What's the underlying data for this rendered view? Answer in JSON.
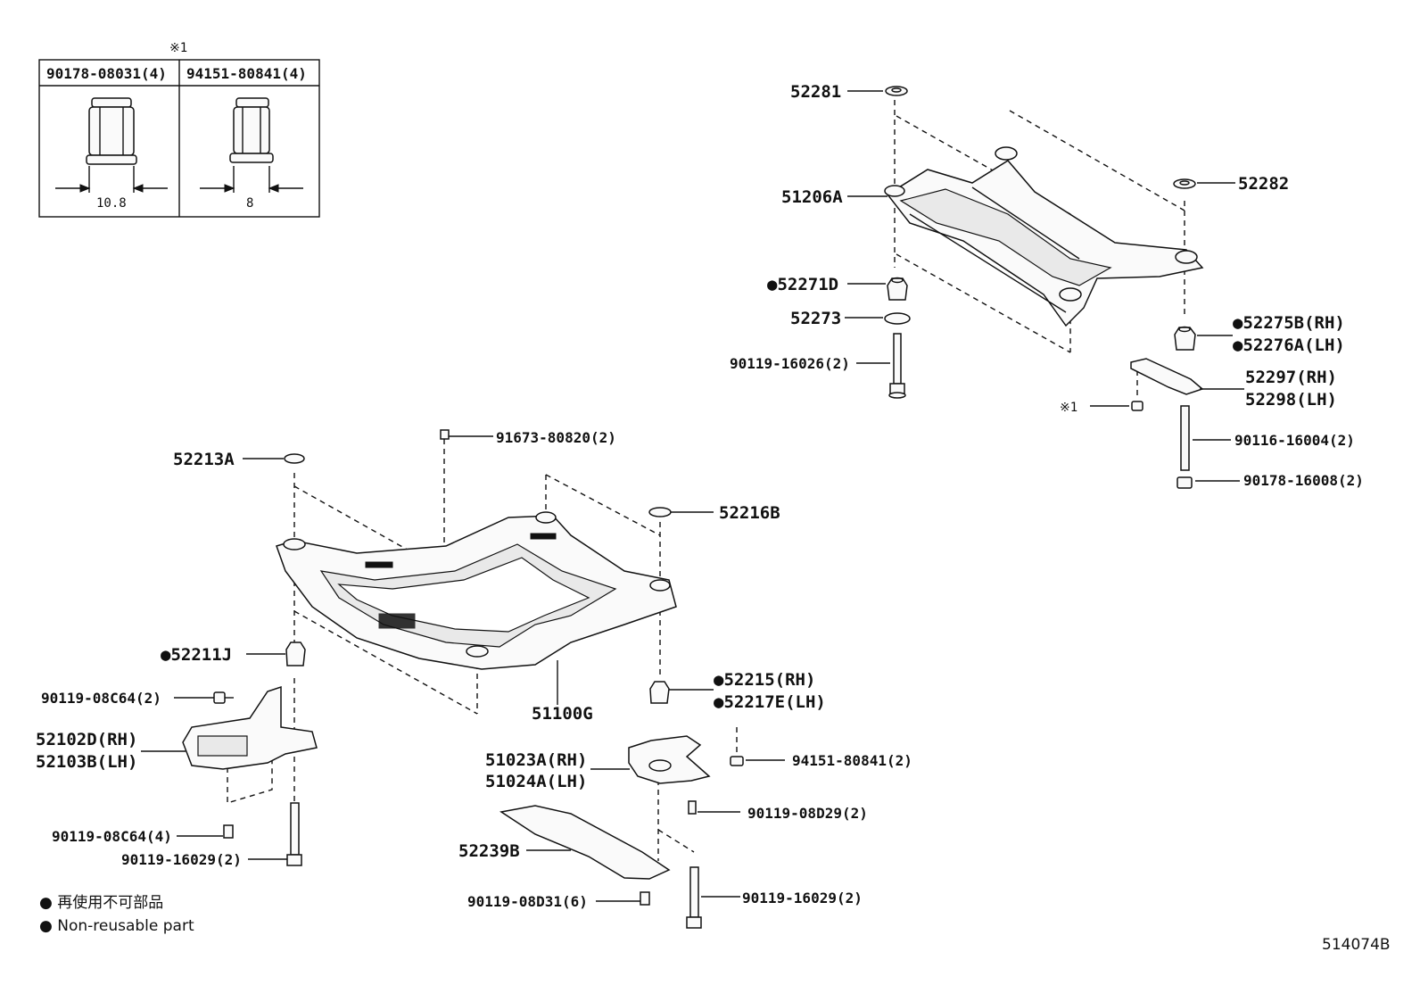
{
  "inset": {
    "marker": "※1",
    "col1": {
      "part_no": "90178-08031(4)",
      "dimension": "10.8"
    },
    "col2": {
      "part_no": "94151-80841(4)",
      "dimension": "8"
    }
  },
  "rear_labels": {
    "p52281": "52281",
    "p51206A": "51206A",
    "p52271D": "●52271D",
    "p52273": "52273",
    "p90119_16026": "90119-16026(2)",
    "p52282": "52282",
    "p52275B": "●52275B(RH)",
    "p52276A": "●52276A(LH)",
    "p52297": "52297(RH)",
    "p52298": "52298(LH)",
    "marker1": "※1",
    "p90116_16004": "90116-16004(2)",
    "p90178_16008": "90178-16008(2)"
  },
  "front_labels": {
    "p91673_80820": "91673-80820(2)",
    "p52213A": "52213A",
    "p52216B": "52216B",
    "p52211J": "●52211J",
    "p51100G": "51100G",
    "p52215": "●52215(RH)",
    "p52217E": "●52217E(LH)",
    "p90119_08C64_2": "90119-08C64(2)",
    "p52102D": "52102D(RH)",
    "p52103B": "52103B(LH)",
    "p51023A": "51023A(RH)",
    "p51024A": "51024A(LH)",
    "p94151_80841": "94151-80841(2)",
    "p90119_08D29": "90119-08D29(2)",
    "p52239B": "52239B",
    "p90119_08C64_4": "90119-08C64(4)",
    "p90119_16029_a": "90119-16029(2)",
    "p90119_08D31": "90119-08D31(6)",
    "p90119_16029_b": "90119-16029(2)"
  },
  "legend": {
    "line1": "● 再使用不可部品",
    "line2": "● Non-reusable part"
  },
  "figure_id": "514074B"
}
